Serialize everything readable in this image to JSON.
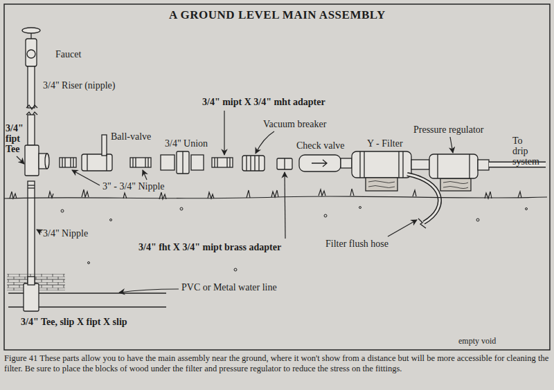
{
  "diagram": {
    "title": "A GROUND LEVEL MAIN ASSEMBLY",
    "caption": "Figure 41 These parts allow you to have the main assembly near the ground, where it won't show from a distance but will be more accessible for cleaning the filter. Be sure to place the blocks of wood under the filter and pressure regulator to reduce the stress on the fittings.",
    "labels": [
      "Faucet",
      "3/4\" Riser (nipple)",
      "3/4\" fipt Tee",
      "3\" - 3/4\" Nipple",
      "Ball-valve",
      "3/4\" Union",
      "3/4\" mipt X 3/4\" mht adapter",
      "Vacuum breaker",
      "Check valve",
      "Y - Filter",
      "Pressure regulator",
      "To drip system",
      "3/4\" Nipple",
      "3/4\" fht X 3/4\" mipt brass adapter",
      "Filter flush hose",
      "PVC or Metal water line",
      "3/4\" Tee, slip X fipt X slip",
      "empty void"
    ]
  }
}
